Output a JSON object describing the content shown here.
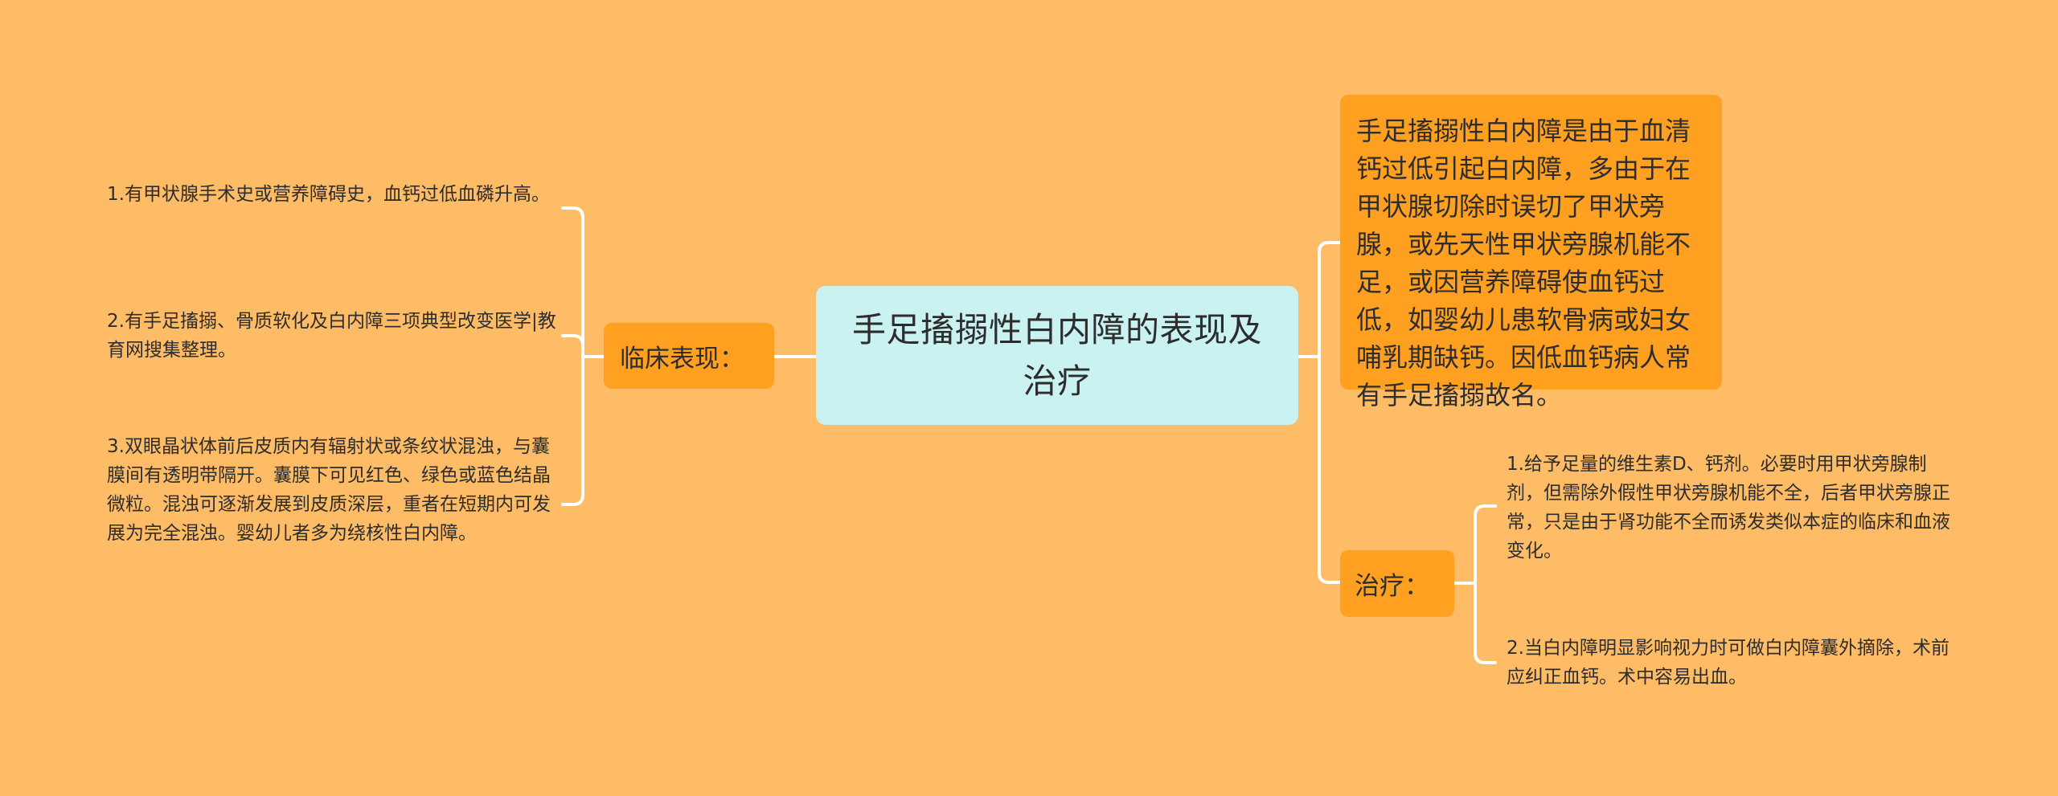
{
  "colors": {
    "background": "#FFBC66",
    "root_node": "#C9F2F0",
    "main_node": "#FFA020",
    "connector": "#FFFFFF",
    "text": "#2D2D2D"
  },
  "root": {
    "title": "手足搐搦性白内障的表现及治疗"
  },
  "branches": {
    "clinical": {
      "label": "临床表现：",
      "children": [
        "1.有甲状腺手术史或营养障碍史，血钙过低血磷升高。",
        "2.有手足搐搦、骨质软化及白内障三项典型改变医学|教育网搜集整理。",
        "3.双眼晶状体前后皮质内有辐射状或条纹状混浊，与囊膜间有透明带隔开。囊膜下可见红色、绿色或蓝色结晶微粒。混浊可逐渐发展到皮质深层，重者在短期内可发展为完全混浊。婴幼儿者多为绕核性白内障。"
      ]
    },
    "definition": {
      "text": "手足搐搦性白内障是由于血清钙过低引起白内障，多由于在甲状腺切除时误切了甲状旁腺，或先天性甲状旁腺机能不足，或因营养障碍使血钙过低，如婴幼儿患软骨病或妇女哺乳期缺钙。因低血钙病人常有手足搐搦故名。"
    },
    "treatment": {
      "label": "治疗：",
      "children": [
        "1.给予足量的维生素D、钙剂。必要时用甲状旁腺制剂，但需除外假性甲状旁腺机能不全，后者甲状旁腺正常，只是由于肾功能不全而诱发类似本症的临床和血液变化。",
        "2.当白内障明显影响视力时可做白内障囊外摘除，术前应纠正血钙。术中容易出血。"
      ]
    }
  }
}
